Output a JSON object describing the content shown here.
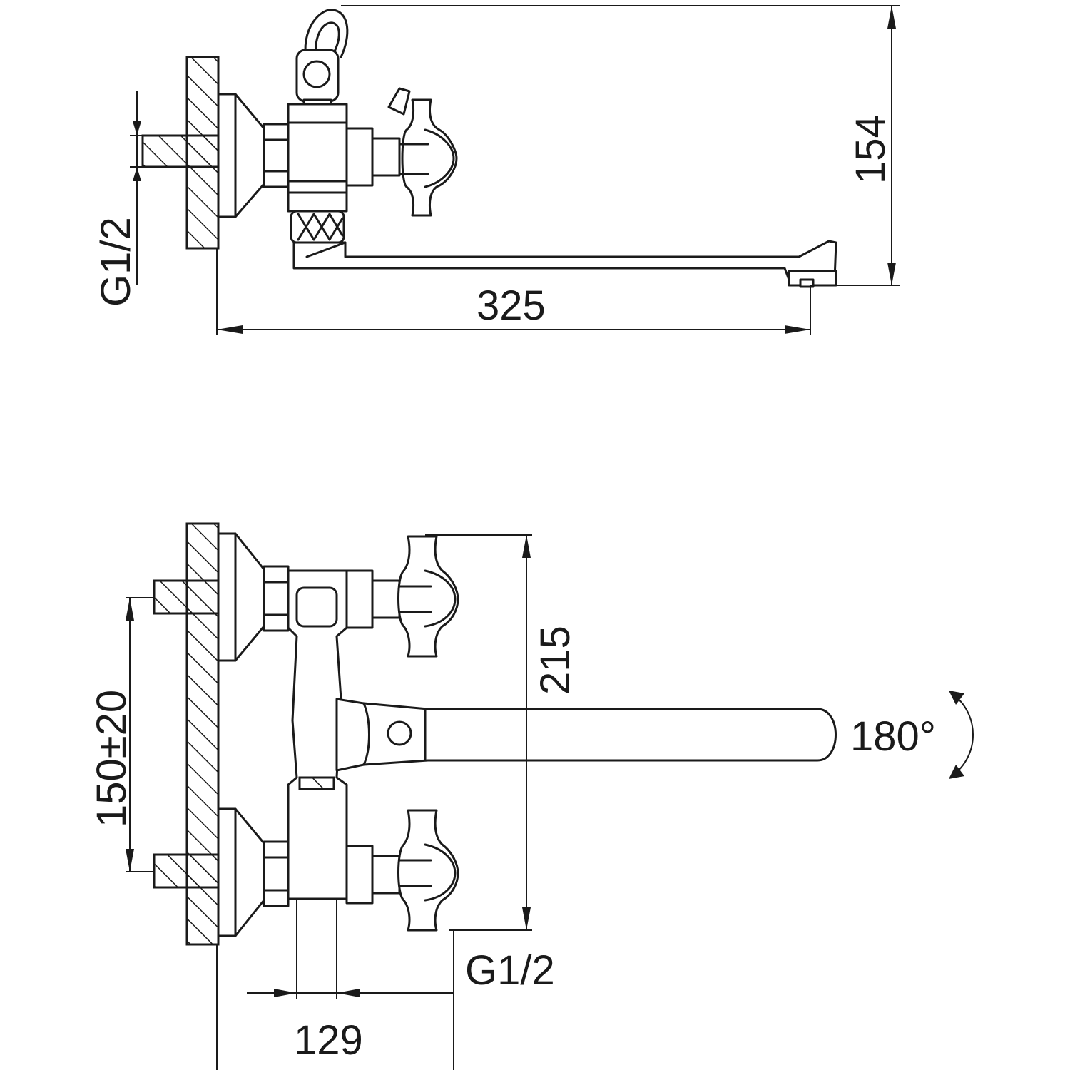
{
  "top_view": {
    "dim_height": "154",
    "dim_length": "325",
    "thread_label": "G1/2"
  },
  "bottom_view": {
    "dim_height": "215",
    "dim_spacing": "150±20",
    "dim_depth": "129",
    "thread_label": "G1/2",
    "rotation_label": "180°"
  }
}
